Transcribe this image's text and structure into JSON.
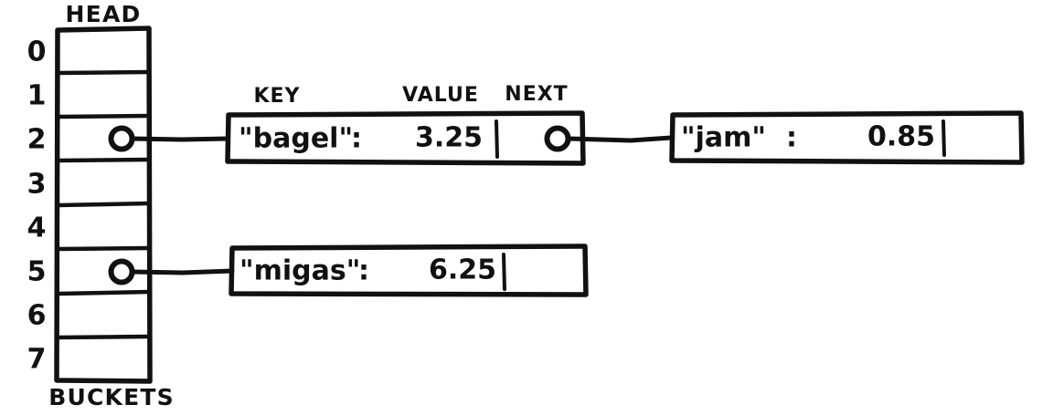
{
  "diagram": {
    "title_head": "HEAD",
    "title_buckets": "BUCKETS",
    "bucket_indices": [
      "0",
      "1",
      "2",
      "3",
      "4",
      "5",
      "6",
      "7"
    ],
    "column_headers": {
      "key": "KEY",
      "value": "VALUE",
      "next": "NEXT"
    },
    "ink_color": "#111111",
    "background_color": "#ffffff"
  },
  "nodes": {
    "bagel": {
      "key": "\"bagel\"",
      "separator": ":",
      "value": "3.25",
      "has_next_pointer": true
    },
    "jam": {
      "key": "\"jam\"",
      "separator": ":",
      "value": "0.85",
      "has_next_pointer": false
    },
    "migas": {
      "key": "\"migas\"",
      "separator": ":",
      "value": "6.25",
      "has_next_pointer": false
    }
  },
  "links": {
    "bucket2_to_bagel": "bucket 2 points to bagel node",
    "bagel_to_jam": "bagel next points to jam node",
    "bucket5_to_migas": "bucket 5 points to migas node"
  }
}
